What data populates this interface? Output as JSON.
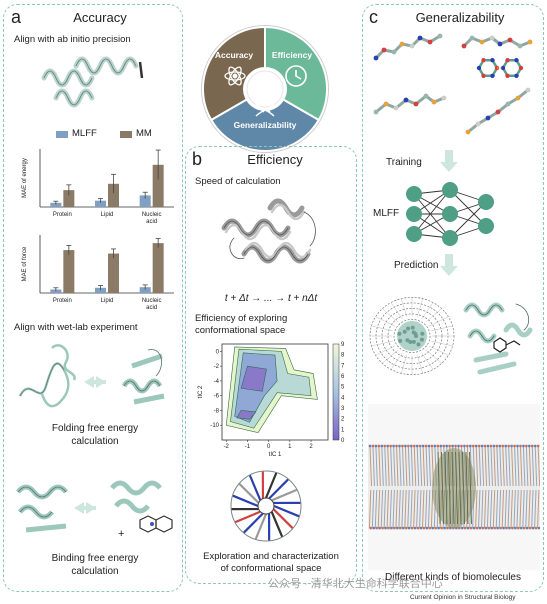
{
  "center": {
    "segments": [
      {
        "label": "Accuracy",
        "color": "#7a6750",
        "icon": "atom-icon"
      },
      {
        "label": "Efficiency",
        "color": "#6cb99a",
        "icon": "clock-icon"
      },
      {
        "label": "Generalizability",
        "color": "#5f87a8",
        "icon": "dna-icon"
      }
    ]
  },
  "panel_a": {
    "letter": "a",
    "title": "Accuracy",
    "sub1": "Align with ab initio precision",
    "legend": [
      {
        "name": "MLFF",
        "color": "#7f9fc3"
      },
      {
        "name": "MM",
        "color": "#8b7b66"
      }
    ],
    "sub2": "Align with wet-lab experiment",
    "folding": [
      "Folding free energy",
      "calculation"
    ],
    "binding": [
      "Binding free energy",
      "calculation"
    ],
    "plus": "+"
  },
  "panel_b": {
    "letter": "b",
    "title": "Efficiency",
    "speed": "Speed of calculation",
    "formula": "t + Δt → ... → t + nΔt",
    "efficiency": [
      "Efficiency of exploring",
      "conformational space"
    ],
    "exploration": [
      "Exploration and characterization",
      "of conformational space"
    ]
  },
  "panel_c": {
    "letter": "c",
    "title": "Generalizability",
    "training": "Training",
    "mlff": "MLFF",
    "prediction": "Prediction",
    "caption": "Different kinds of biomolecules"
  },
  "watermark": "公众号 · 清华北大生命科学联合中心",
  "credit": "Current Opinion in Structural Biology",
  "chart_data": [
    {
      "type": "bar",
      "ylabel": "MAE of energy",
      "categories": [
        "Protein",
        "Lipid",
        "Nucleic\nacid"
      ],
      "series": [
        {
          "name": "MLFF",
          "values": [
            0.4,
            0.6,
            1.1
          ],
          "errors": [
            0.15,
            0.2,
            0.3
          ]
        },
        {
          "name": "MM",
          "values": [
            1.6,
            2.2,
            4.0
          ],
          "errors": [
            0.5,
            0.9,
            1.4
          ]
        }
      ],
      "ylim": [
        0,
        5.5
      ]
    },
    {
      "type": "bar",
      "ylabel": "MAE of force",
      "categories": [
        "Protein",
        "Lipid",
        "Nucleic\nacid"
      ],
      "series": [
        {
          "name": "MLFF",
          "values": [
            0.3,
            0.45,
            0.5
          ],
          "errors": [
            0.15,
            0.2,
            0.2
          ]
        },
        {
          "name": "MM",
          "values": [
            3.7,
            3.4,
            4.3
          ],
          "errors": [
            0.4,
            0.4,
            0.4
          ]
        }
      ],
      "ylim": [
        0,
        5
      ]
    },
    {
      "type": "heatmap",
      "xlabel": "tIC 1",
      "ylabel": "tIC 2",
      "xticks": [
        -2,
        -1,
        0,
        1,
        2
      ],
      "yticks": [
        0,
        -2,
        -4,
        -6,
        -8,
        -10
      ],
      "colorbar_ticks": [
        0,
        1,
        2,
        3,
        4,
        5,
        6,
        7,
        8,
        9
      ],
      "xlim": [
        -2.2,
        2.8
      ],
      "ylim": [
        -12,
        1
      ]
    }
  ]
}
